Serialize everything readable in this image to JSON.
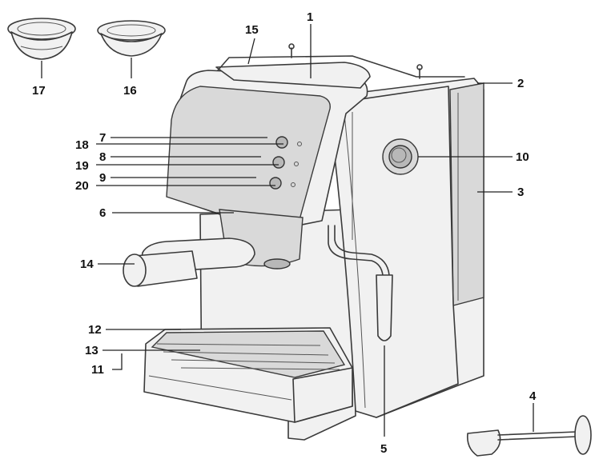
{
  "diagram": {
    "callouts": [
      {
        "id": "1",
        "label": "1"
      },
      {
        "id": "2",
        "label": "2"
      },
      {
        "id": "3",
        "label": "3"
      },
      {
        "id": "4",
        "label": "4"
      },
      {
        "id": "5",
        "label": "5"
      },
      {
        "id": "6",
        "label": "6"
      },
      {
        "id": "7",
        "label": "7"
      },
      {
        "id": "8",
        "label": "8"
      },
      {
        "id": "9",
        "label": "9"
      },
      {
        "id": "10",
        "label": "10"
      },
      {
        "id": "11",
        "label": "11"
      },
      {
        "id": "12",
        "label": "12"
      },
      {
        "id": "13",
        "label": "13"
      },
      {
        "id": "14",
        "label": "14"
      },
      {
        "id": "15",
        "label": "15"
      },
      {
        "id": "16",
        "label": "16"
      },
      {
        "id": "17",
        "label": "17"
      },
      {
        "id": "18",
        "label": "18"
      },
      {
        "id": "19",
        "label": "19"
      },
      {
        "id": "20",
        "label": "20"
      }
    ],
    "line_color": "#3a3a3a",
    "fill_color": "#f1f1f1"
  }
}
